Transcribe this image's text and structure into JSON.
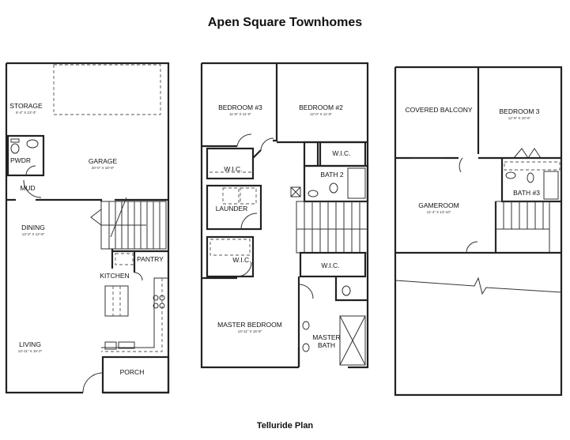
{
  "title": "Apen Square Townhomes",
  "subtitle": "Telluride Plan",
  "floors": [
    {
      "rooms": [
        {
          "name": "STORAGE",
          "dim": "5'-4\" X 13'-3\""
        },
        {
          "name": "GARAGE",
          "dim": "20'-0\" X 18'-9\""
        },
        {
          "name": "PWDR"
        },
        {
          "name": "MUD"
        },
        {
          "name": "DINING",
          "dim": "13'-2\" X 12'-8\""
        },
        {
          "name": "PANTRY"
        },
        {
          "name": "KITCHEN"
        },
        {
          "name": "LIVING",
          "dim": "13'-11\" X 15'-2\""
        },
        {
          "name": "PORCH"
        }
      ]
    },
    {
      "rooms": [
        {
          "name": "BEDROOM #3",
          "dim": "11'-8\" X 11'-0\""
        },
        {
          "name": "BEDROOM #2",
          "dim": "12'-0\" X 11'-0\""
        },
        {
          "name": "W.I.C."
        },
        {
          "name": "W.I.C."
        },
        {
          "name": "BATH 2"
        },
        {
          "name": "LAUNDER"
        },
        {
          "name": "W.I.C."
        },
        {
          "name": "W.I.C."
        },
        {
          "name": "MASTER BEDROOM",
          "dim": "13'-11\" X 16'-8\""
        },
        {
          "name": "MASTER",
          "name2": "BATH"
        }
      ]
    },
    {
      "rooms": [
        {
          "name": "COVERED BALCONY"
        },
        {
          "name": "BEDROOM 3",
          "dim": "12'-8\" X 10'-6\""
        },
        {
          "name": "BATH #3"
        },
        {
          "name": "GAMEROOM",
          "dim": "11'-4\" X 13'-10\""
        }
      ]
    }
  ]
}
